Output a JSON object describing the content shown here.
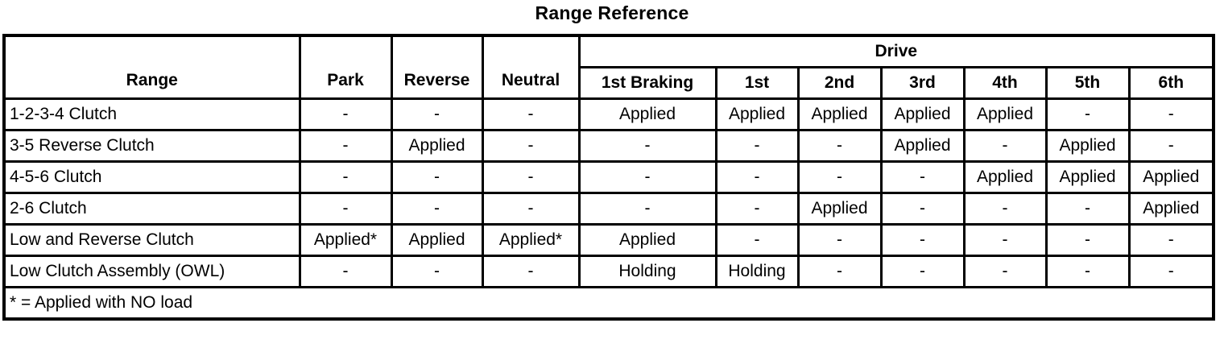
{
  "title": "Range Reference",
  "table": {
    "range_header": "Range",
    "static_headers": [
      "Park",
      "Reverse",
      "Neutral"
    ],
    "drive_header": "Drive",
    "drive_subheaders": [
      "1st Braking",
      "1st",
      "2nd",
      "3rd",
      "4th",
      "5th",
      "6th"
    ],
    "rows": [
      {
        "label": "1-2-3-4 Clutch",
        "cells": [
          "-",
          "-",
          "-",
          "Applied",
          "Applied",
          "Applied",
          "Applied",
          "Applied",
          "-",
          "-"
        ]
      },
      {
        "label": "3-5 Reverse Clutch",
        "cells": [
          "-",
          "Applied",
          "-",
          "-",
          "-",
          "-",
          "Applied",
          "-",
          "Applied",
          "-"
        ]
      },
      {
        "label": "4-5-6 Clutch",
        "cells": [
          "-",
          "-",
          "-",
          "-",
          "-",
          "-",
          "-",
          "Applied",
          "Applied",
          "Applied"
        ]
      },
      {
        "label": "2-6 Clutch",
        "cells": [
          "-",
          "-",
          "-",
          "-",
          "-",
          "Applied",
          "-",
          "-",
          "-",
          "Applied"
        ]
      },
      {
        "label": "Low and Reverse Clutch",
        "cells": [
          "Applied*",
          "Applied",
          "Applied*",
          "Applied",
          "-",
          "-",
          "-",
          "-",
          "-",
          "-"
        ]
      },
      {
        "label": "Low Clutch Assembly (OWL)",
        "cells": [
          "-",
          "-",
          "-",
          "Holding",
          "Holding",
          "-",
          "-",
          "-",
          "-",
          "-"
        ]
      }
    ],
    "footnote": "* = Applied with NO load"
  },
  "colors": {
    "text": "#000000",
    "border": "#000000",
    "background": "#ffffff"
  }
}
